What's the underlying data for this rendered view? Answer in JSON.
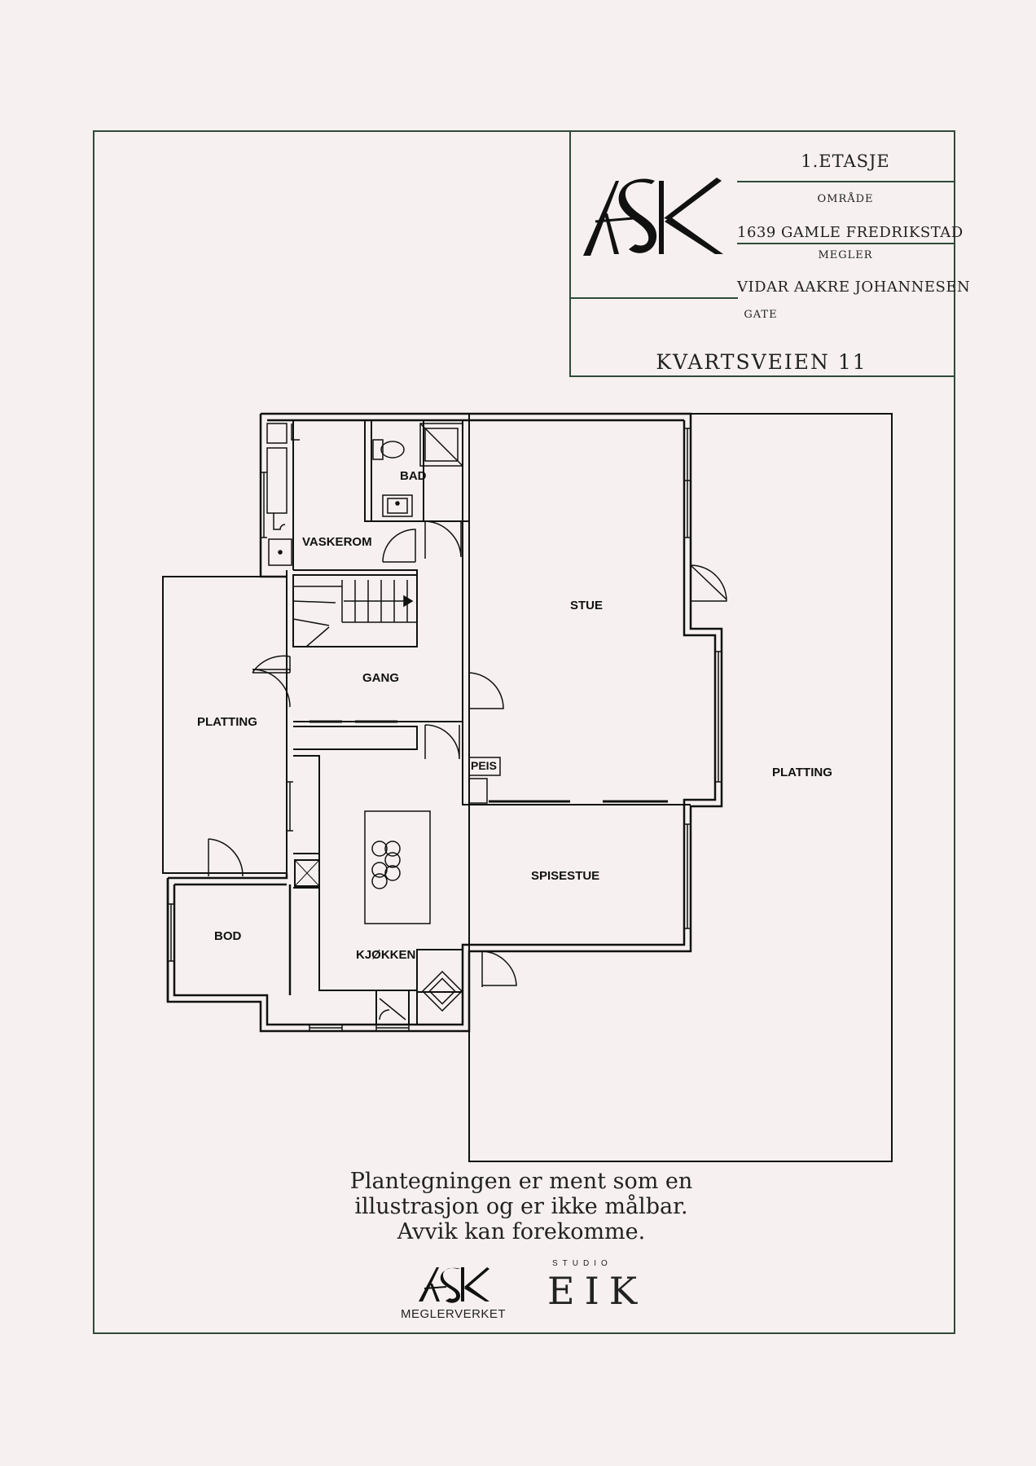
{
  "title_block": {
    "floor": "1.ETASJE",
    "area_label": "OMRÅDE",
    "area_value": "1639 GAMLE FREDRIKSTAD",
    "broker_label": "MEGLER",
    "broker_value": "VIDAR AAKRE JOHANNESEN",
    "street_label": "GATE",
    "street_value": "KVARTSVEIEN 11"
  },
  "rooms": {
    "bad": "BAD",
    "vaskerom": "VASKEROM",
    "stue": "STUE",
    "gang": "GANG",
    "platting_left": "PLATTING",
    "platting_right": "PLATTING",
    "peis": "PEIS",
    "spisestue": "SPISESTUE",
    "bod": "BOD",
    "kjokken": "KJØKKEN"
  },
  "disclaimer": {
    "line1": "Plantegningen er ment som en",
    "line2": "illustrasjon og er ikke målbar.",
    "line3": "Avvik kan forekomme."
  },
  "footer": {
    "ask_sub": "MEGLERVERKET",
    "eik_top": "STUDIO",
    "eik_main": "EIK"
  },
  "colors": {
    "frame": "#2f4a3a",
    "background": "#f6f1f0",
    "ink": "#111111"
  },
  "icons": {
    "logo": "ask-logo",
    "footer_logo": "ask-logo-small"
  }
}
